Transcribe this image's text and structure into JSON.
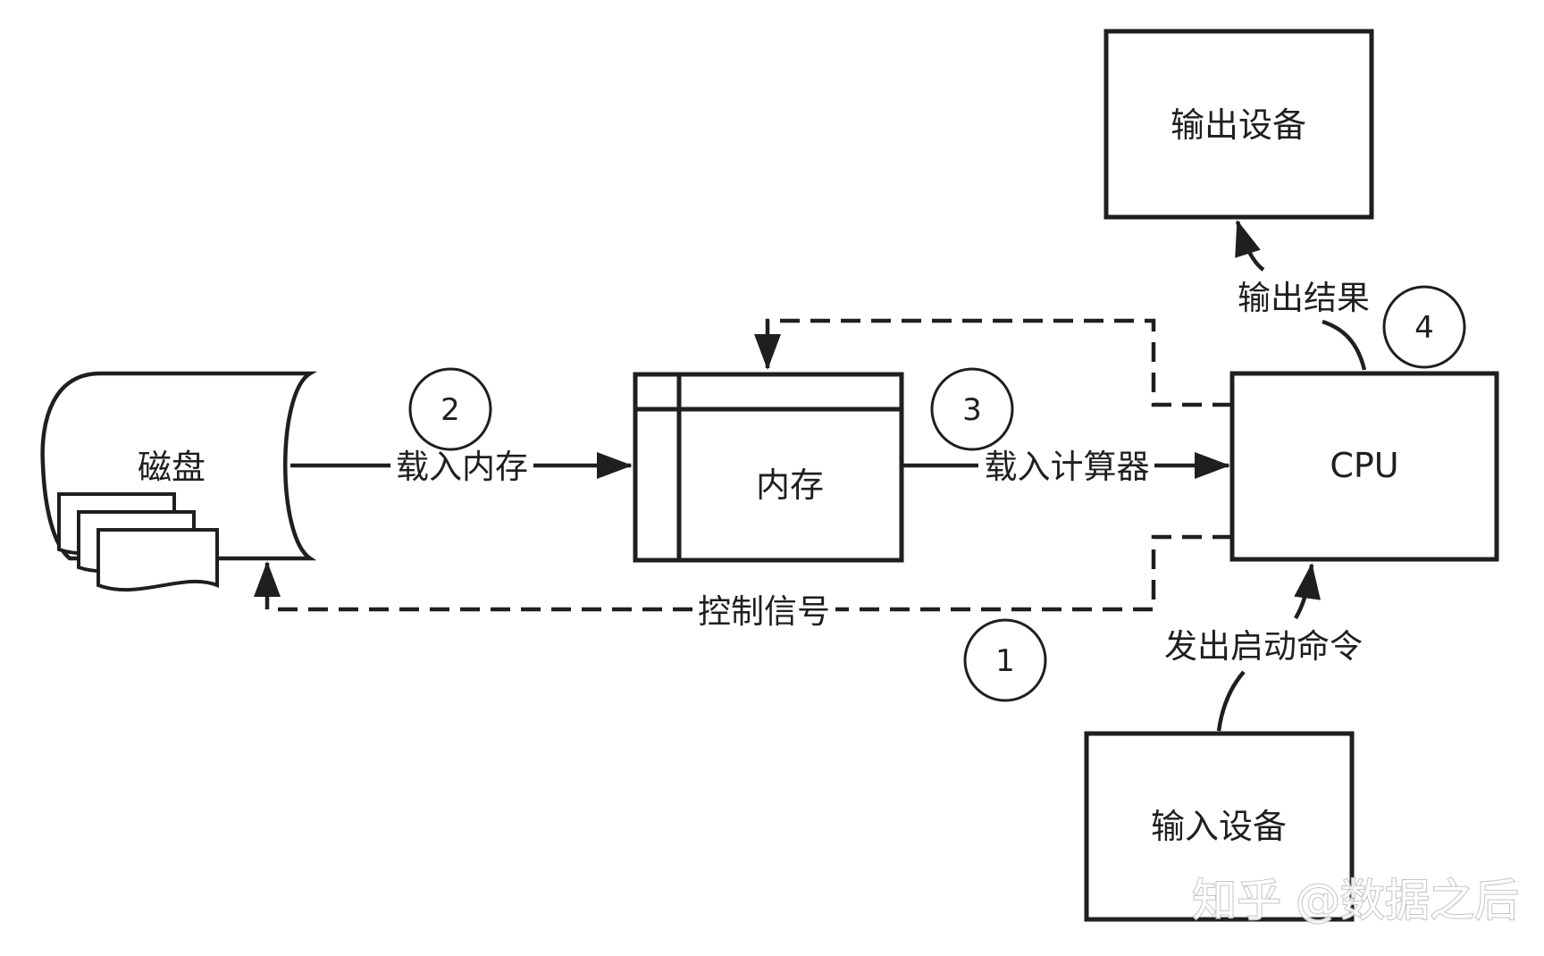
{
  "nodes": {
    "disk": "磁盘",
    "memory": "内存",
    "cpu": "CPU",
    "output_device": "输出设备",
    "input_device": "输入设备"
  },
  "edges": {
    "load_to_memory": "载入内存",
    "load_to_cpu": "载入计算器",
    "control_signal": "控制信号",
    "output_result": "输出结果",
    "start_command": "发出启动命令"
  },
  "steps": [
    "1",
    "2",
    "3",
    "4"
  ],
  "watermark": "知乎 @数据之后",
  "colors": {
    "stroke": "#1f1f1f",
    "background": "#ffffff"
  }
}
